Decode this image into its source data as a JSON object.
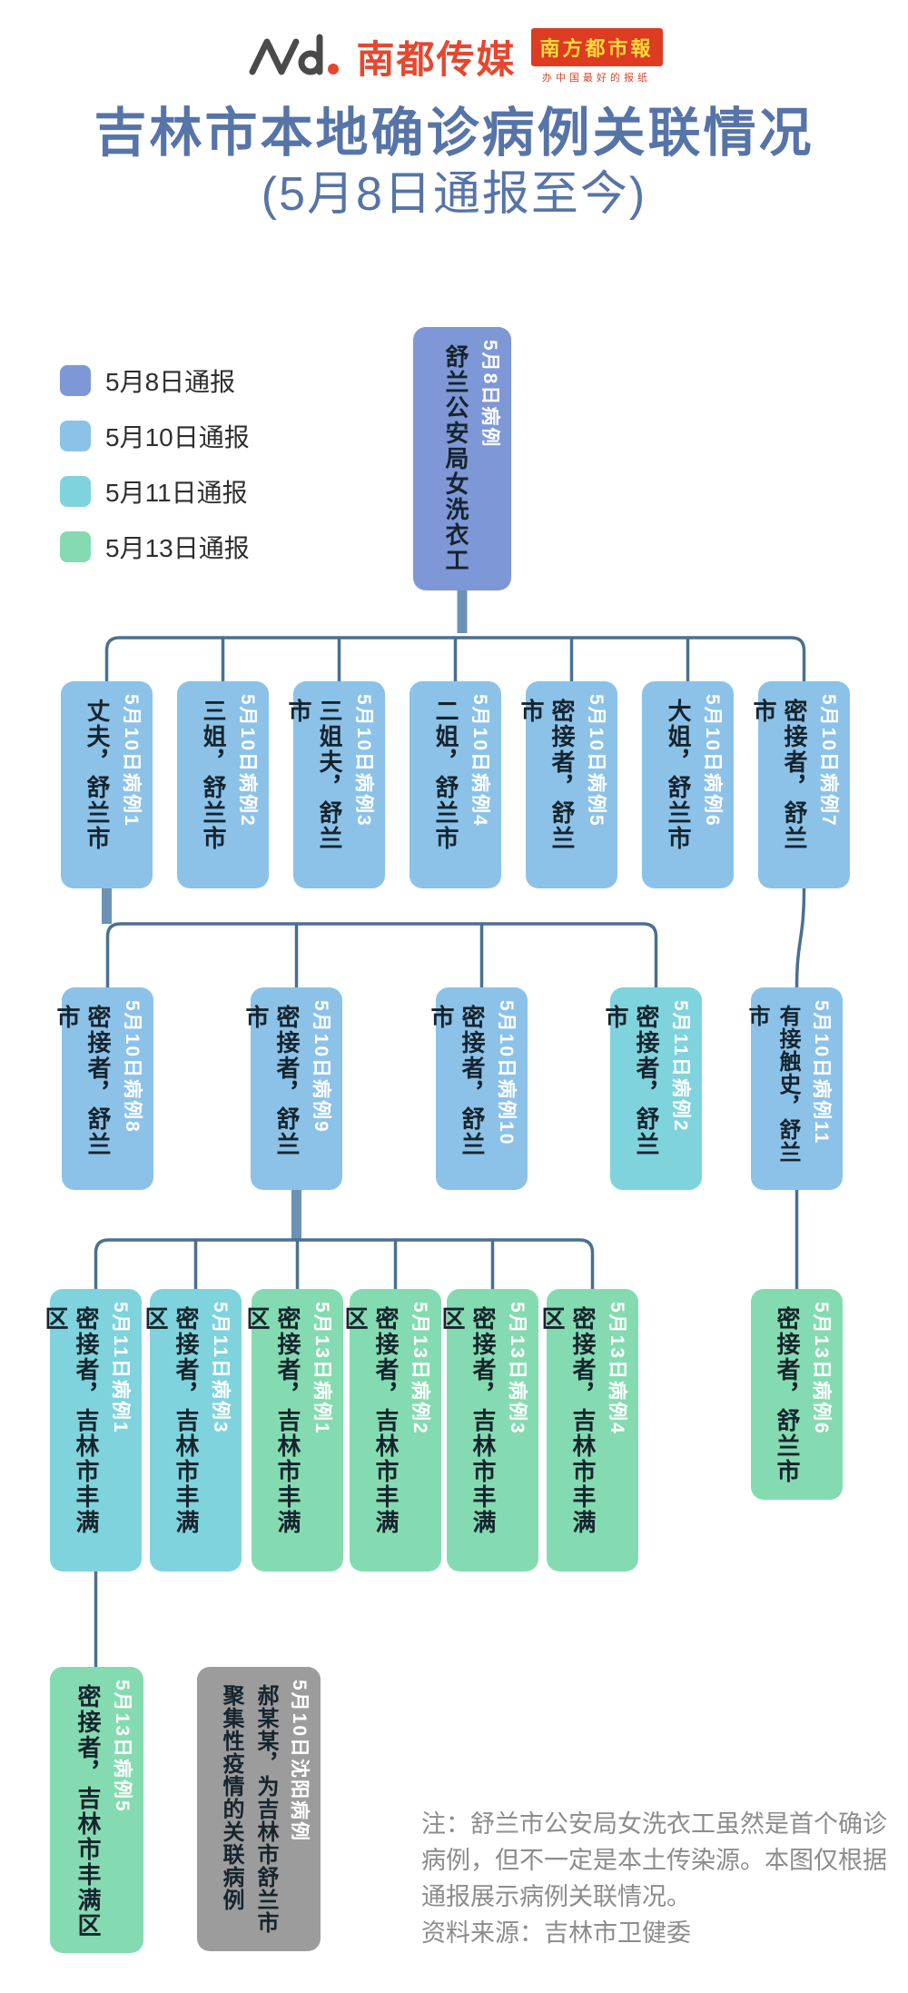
{
  "header": {
    "brand_logo": "Nd.",
    "brand_name": "南都传媒",
    "badge_title": "南方都市報",
    "badge_subtitle": "办中国最好的报纸"
  },
  "title": {
    "line1": "吉林市本地确诊病例关联情况",
    "line2": "(5月8日通报至今)"
  },
  "colors": {
    "may8": "#7E97D6",
    "may10": "#8CC2E8",
    "may11": "#7FD3DC",
    "may13": "#85DBB1",
    "gray": "#9C9C9C"
  },
  "legend": {
    "items": [
      {
        "id": "may8",
        "label": "5月8日通报"
      },
      {
        "id": "may10",
        "label": "5月10日通报"
      },
      {
        "id": "may11",
        "label": "5月11日通报"
      },
      {
        "id": "may13",
        "label": "5月13日通报"
      }
    ]
  },
  "diagram": {
    "nodes": [
      {
        "id": "index",
        "report": "may8",
        "date_label": "5月8日病例",
        "desc": [
          "舒兰公安局女洗衣工"
        ]
      },
      {
        "id": "c1",
        "report": "may10",
        "date_label": "5月10日病例1",
        "desc": [
          "丈夫，舒兰市"
        ]
      },
      {
        "id": "c2",
        "report": "may10",
        "date_label": "5月10日病例2",
        "desc": [
          "三姐，舒兰市"
        ]
      },
      {
        "id": "c3",
        "report": "may10",
        "date_label": "5月10日病例3",
        "desc": [
          "三姐夫，舒兰市"
        ]
      },
      {
        "id": "c4",
        "report": "may10",
        "date_label": "5月10日病例4",
        "desc": [
          "二姐，舒兰市"
        ]
      },
      {
        "id": "c5",
        "report": "may10",
        "date_label": "5月10日病例5",
        "desc": [
          "密接者，舒兰市"
        ]
      },
      {
        "id": "c6",
        "report": "may10",
        "date_label": "5月10日病例6",
        "desc": [
          "大姐，舒兰市"
        ]
      },
      {
        "id": "c7",
        "report": "may10",
        "date_label": "5月10日病例7",
        "desc": [
          "密接者，舒兰市"
        ]
      },
      {
        "id": "c8",
        "report": "may10",
        "date_label": "5月10日病例8",
        "desc": [
          "密接者，舒兰市"
        ]
      },
      {
        "id": "c9",
        "report": "may10",
        "date_label": "5月10日病例9",
        "desc": [
          "密接者，舒兰市"
        ]
      },
      {
        "id": "c10",
        "report": "may10",
        "date_label": "5月10日病例10",
        "desc": [
          "密接者，舒兰市"
        ]
      },
      {
        "id": "m11c2",
        "report": "may11",
        "date_label": "5月11日病例2",
        "desc": [
          "密接者，舒兰市"
        ]
      },
      {
        "id": "c11",
        "report": "may10",
        "date_label": "5月10日病例11",
        "desc": [
          "有接触史，舒兰市"
        ],
        "compact": true
      },
      {
        "id": "m11c1",
        "report": "may11",
        "date_label": "5月11日病例1",
        "desc": [
          "密接者，吉林市丰满区"
        ]
      },
      {
        "id": "m11c3",
        "report": "may11",
        "date_label": "5月11日病例3",
        "desc": [
          "密接者，吉林市丰满区"
        ]
      },
      {
        "id": "m13c1",
        "report": "may13",
        "date_label": "5月13日病例1",
        "desc": [
          "密接者，吉林市丰满区"
        ]
      },
      {
        "id": "m13c2",
        "report": "may13",
        "date_label": "5月13日病例2",
        "desc": [
          "密接者，吉林市丰满区"
        ]
      },
      {
        "id": "m13c3",
        "report": "may13",
        "date_label": "5月13日病例3",
        "desc": [
          "密接者，吉林市丰满区"
        ]
      },
      {
        "id": "m13c4",
        "report": "may13",
        "date_label": "5月13日病例4",
        "desc": [
          "密接者，吉林市丰满区"
        ]
      },
      {
        "id": "m13c6",
        "report": "may13",
        "date_label": "5月13日病例6",
        "desc": [
          "密接者，舒兰市"
        ]
      },
      {
        "id": "m13c5",
        "report": "may13",
        "date_label": "5月13日病例5",
        "desc": [
          "密接者，吉林市丰满区"
        ]
      },
      {
        "id": "shenyang",
        "report": "gray",
        "date_label": "5月10日沈阳病例",
        "desc": [
          "郝某某，为吉林市舒兰市",
          "聚集性疫情的关联病例"
        ],
        "compact": true
      }
    ],
    "links": [
      [
        "index",
        "c1"
      ],
      [
        "index",
        "c2"
      ],
      [
        "index",
        "c3"
      ],
      [
        "index",
        "c4"
      ],
      [
        "index",
        "c5"
      ],
      [
        "index",
        "c6"
      ],
      [
        "index",
        "c7"
      ],
      [
        "c1",
        "c8"
      ],
      [
        "c1",
        "c9"
      ],
      [
        "c1",
        "c10"
      ],
      [
        "c1",
        "m11c2"
      ],
      [
        "c7",
        "c11"
      ],
      [
        "c9",
        "m11c1"
      ],
      [
        "c9",
        "m11c3"
      ],
      [
        "c9",
        "m13c1"
      ],
      [
        "c9",
        "m13c2"
      ],
      [
        "c9",
        "m13c3"
      ],
      [
        "c9",
        "m13c4"
      ],
      [
        "c11",
        "m13c6"
      ],
      [
        "m11c1",
        "m13c5"
      ]
    ]
  },
  "footer": {
    "note": "注：舒兰市公安局女洗衣工虽然是首个确诊病例，但不一定是本土传染源。本图仅根据通报展示病例关联情况。",
    "source": "资料来源：吉林市卫健委"
  }
}
